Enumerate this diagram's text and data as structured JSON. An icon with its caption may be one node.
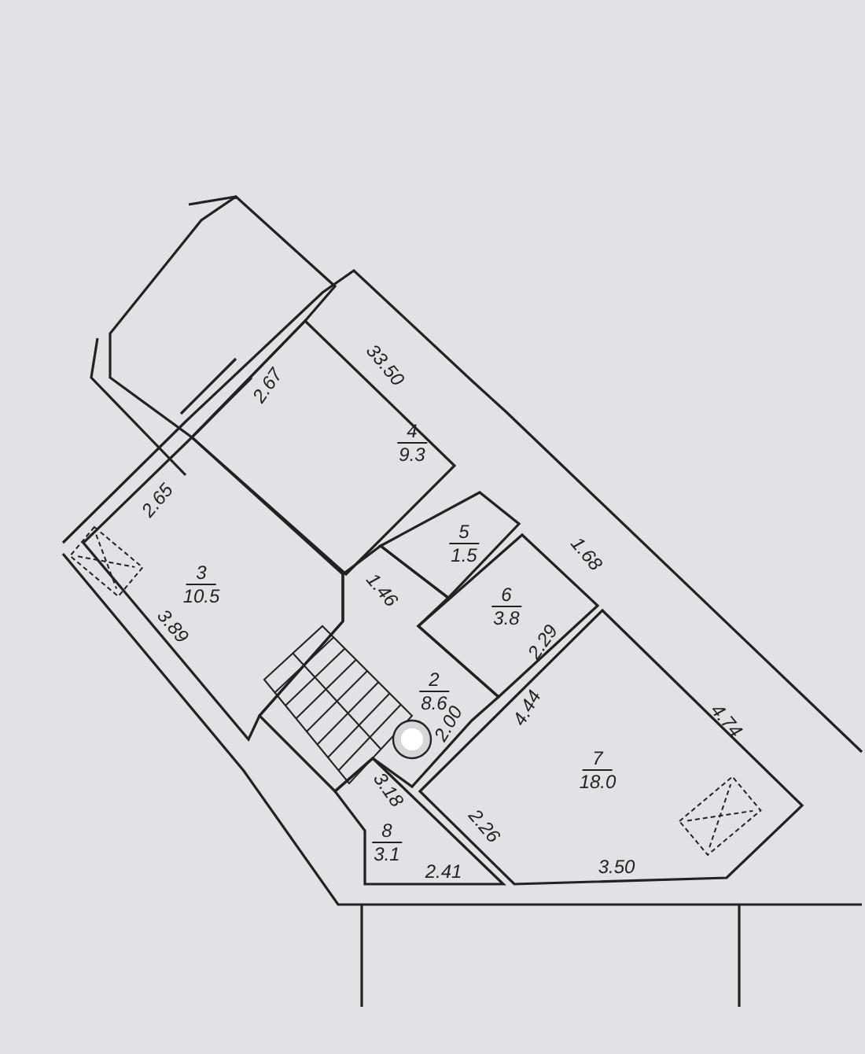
{
  "diagram": {
    "nodes": [
      {
        "text": [
          "4",
          "9.3"
        ]
      },
      {
        "text": [
          "3",
          "10.5"
        ]
      },
      {
        "text": [
          "5",
          "1.5"
        ]
      },
      {
        "text": [
          "6",
          "3.8"
        ]
      },
      {
        "text": [
          "2",
          "8.6"
        ]
      },
      {
        "text": [
          "7",
          "18.0"
        ]
      },
      {
        "text": [
          "8",
          "3.1"
        ]
      }
    ],
    "labels": [
      "2.67",
      "33.50",
      "2.65",
      "1.46",
      "1.68",
      "3.89",
      "2.29",
      "4.44",
      "4.74",
      "2.00",
      "3.18",
      "2.26",
      "2.41",
      "3.50"
    ]
  }
}
